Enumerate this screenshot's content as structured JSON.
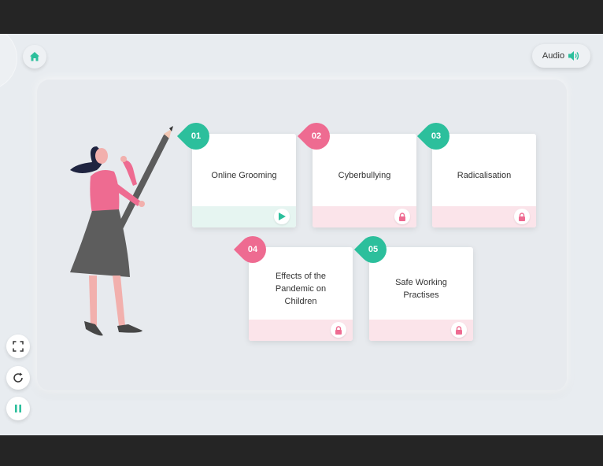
{
  "header": {
    "home_icon": "home-icon",
    "audio_label": "Audio",
    "audio_icon": "speaker-icon"
  },
  "modules": [
    {
      "number": "01",
      "title": "Online Grooming",
      "status": "unlocked",
      "status_icon": "play-icon"
    },
    {
      "number": "02",
      "title": "Cyberbullying",
      "status": "locked",
      "status_icon": "lock-icon"
    },
    {
      "number": "03",
      "title": "Radicalisation",
      "status": "locked",
      "status_icon": "lock-icon"
    },
    {
      "number": "04",
      "title": "Effects of the Pandemic on Children",
      "status": "locked",
      "status_icon": "lock-icon"
    },
    {
      "number": "05",
      "title": "Safe Working Practises",
      "status": "locked",
      "status_icon": "lock-icon"
    }
  ],
  "controls": {
    "fullscreen_icon": "fullscreen-icon",
    "restart_icon": "restart-icon",
    "pause_icon": "pause-icon"
  },
  "colors": {
    "accent_green": "#2cbf9c",
    "accent_pink": "#ee6b91",
    "background": "#e8ecf0"
  }
}
